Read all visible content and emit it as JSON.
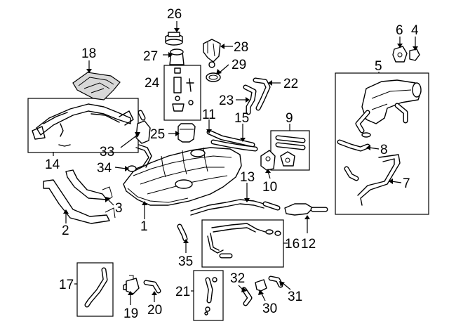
{
  "callouts": [
    "1",
    "2",
    "3",
    "4",
    "5",
    "6",
    "7",
    "8",
    "9",
    "10",
    "11",
    "12",
    "13",
    "14",
    "15",
    "16",
    "17",
    "18",
    "19",
    "20",
    "21",
    "22",
    "23",
    "24",
    "25",
    "26",
    "27",
    "28",
    "29",
    "30",
    "31",
    "32",
    "33",
    "34",
    "35"
  ],
  "stroke_color": "#000000",
  "background_color": "#ffffff"
}
